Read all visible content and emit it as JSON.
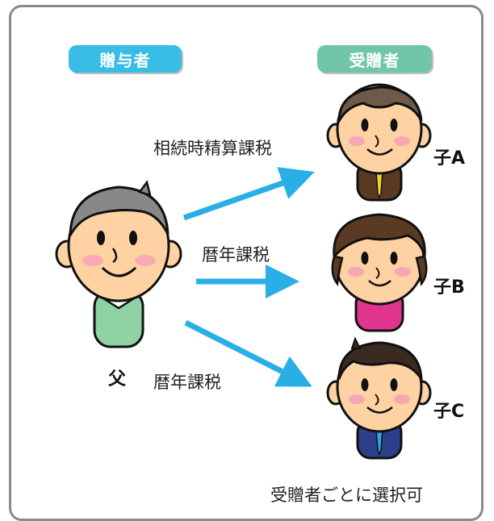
{
  "headers": {
    "giver": "贈与者",
    "recipient": "受贈者"
  },
  "father": {
    "label": "父"
  },
  "children": [
    {
      "name": "子A",
      "tax_method": "相続時精算課税"
    },
    {
      "name": "子B",
      "tax_method": "暦年課税"
    },
    {
      "name": "子C",
      "tax_method": "暦年課税"
    }
  ],
  "footer": {
    "note": "受贈者ごとに選択可"
  },
  "colors": {
    "giver_pill": "#38bde6",
    "recipient_pill": "#72c6a8",
    "arrow": "#29aee6",
    "father_shirt": "#8fd3a5",
    "child_a_suit": "#5a3a22",
    "child_b_top": "#e0358f",
    "child_c_suit": "#2d3e8a",
    "skin": "#ffd2a3"
  },
  "icons": {
    "father": "father-illustration",
    "child_a": "boy-in-suit-illustration",
    "child_b": "girl-illustration",
    "child_c": "boy-in-suit-illustration"
  }
}
